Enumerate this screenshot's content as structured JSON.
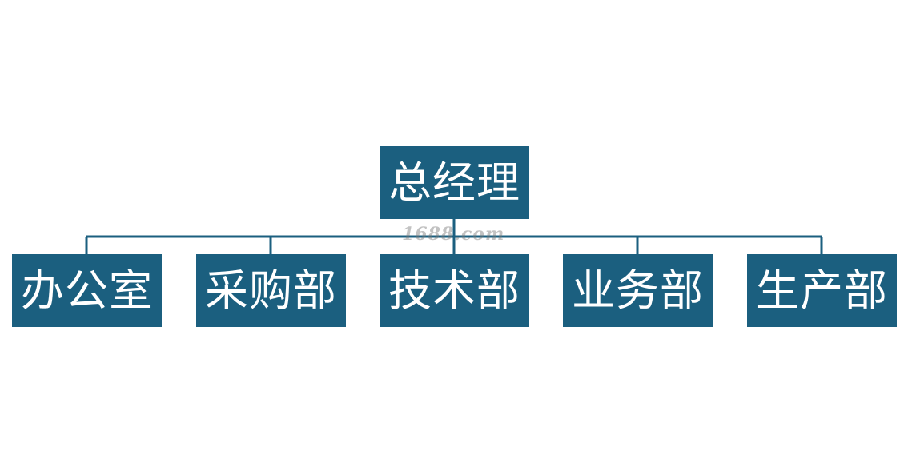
{
  "org_chart": {
    "root": {
      "label": "总经理"
    },
    "children": [
      {
        "label": "办公室"
      },
      {
        "label": "采购部"
      },
      {
        "label": "技术部"
      },
      {
        "label": "业务部"
      },
      {
        "label": "生产部"
      }
    ]
  },
  "watermark": {
    "text": "1688.com"
  },
  "colors": {
    "node_fill": "#1b5f7f",
    "node_text": "#ffffff",
    "connector": "#1b5f7f",
    "background": "#ffffff"
  }
}
